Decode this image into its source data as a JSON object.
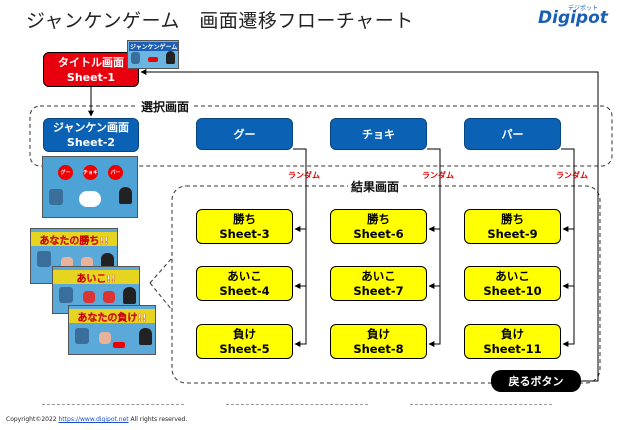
{
  "title": "ジャンケンゲーム　画面遷移フローチャート",
  "logo": "Digipot",
  "logo_sub": "デジポット",
  "title_box": {
    "line1": "タイトル画面",
    "line2": "Sheet-1"
  },
  "select_label": "選択画面",
  "result_label": "結果画面",
  "janken_box": {
    "line1": "ジャンケン画面",
    "line2": "Sheet-2"
  },
  "choices": [
    "グー",
    "チョキ",
    "パー"
  ],
  "random_label": "ランダム",
  "results": [
    [
      {
        "line1": "勝ち",
        "line2": "Sheet-3"
      },
      {
        "line1": "あいこ",
        "line2": "Sheet-4"
      },
      {
        "line1": "負け",
        "line2": "Sheet-5"
      }
    ],
    [
      {
        "line1": "勝ち",
        "line2": "Sheet-6"
      },
      {
        "line1": "あいこ",
        "line2": "Sheet-7"
      },
      {
        "line1": "負け",
        "line2": "Sheet-8"
      }
    ],
    [
      {
        "line1": "勝ち",
        "line2": "Sheet-9"
      },
      {
        "line1": "あいこ",
        "line2": "Sheet-10"
      },
      {
        "line1": "負け",
        "line2": "Sheet-11"
      }
    ]
  ],
  "back_button": "戻るボタン",
  "thumbs": {
    "title_thumb": "ジャンケンゲーム",
    "janken_circles": [
      "グー",
      "チョキ",
      "パー"
    ],
    "win": "あなたの勝ち!!",
    "draw": "あいこ!!",
    "lose": "あなたの負け!!"
  },
  "footer": {
    "prefix": "Copyright©2022 ",
    "link": "https://www.digipot.net",
    "suffix": " All rights reserved."
  },
  "colors": {
    "blue": "#0b62b4",
    "red": "#e8000e",
    "yellow": "#ffff00",
    "random_red": "#e00000"
  }
}
